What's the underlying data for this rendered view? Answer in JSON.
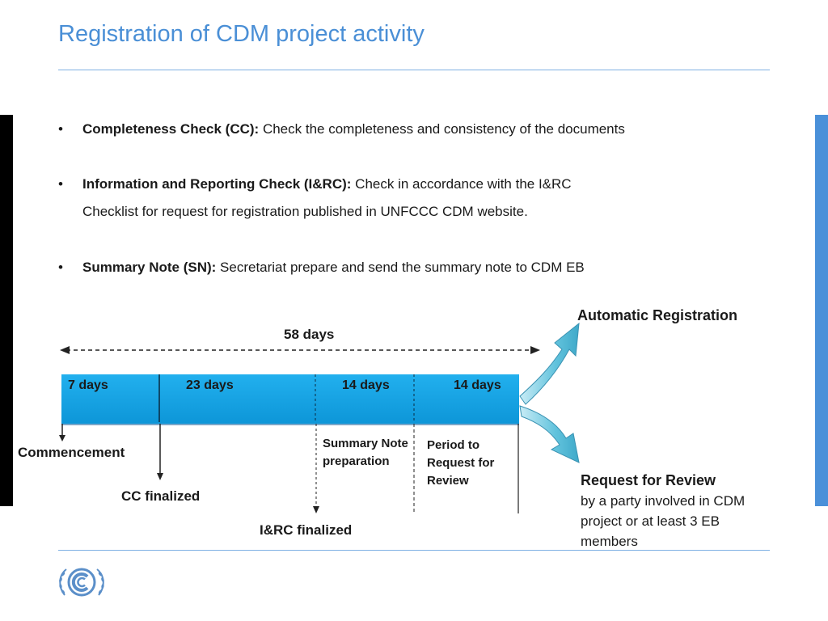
{
  "title": "Registration of CDM project activity",
  "bullets": [
    {
      "term": "Completeness Check (CC):",
      "line1": " Check the completeness and consistency of the documents",
      "line2": ""
    },
    {
      "term": "Information and Reporting Check (I&RC):",
      "line1": " Check in accordance with the I&RC",
      "line2": "Checklist  for request for registration published in UNFCCC CDM website."
    },
    {
      "term": "Summary Note (SN):",
      "line1": " Secretariat prepare and send  the summary note to CDM EB",
      "line2": ""
    }
  ],
  "timeline": {
    "total": "58 days",
    "segments": [
      {
        "label": "7 days",
        "days": 7
      },
      {
        "label": "23 days",
        "days": 23
      },
      {
        "label": "14 days",
        "days": 14
      },
      {
        "label": "14 days",
        "days": 14
      }
    ],
    "milestones": {
      "commencement": "Commencement",
      "cc_finalized": "CC finalized",
      "irc_finalized": "I&RC finalized"
    },
    "phases": {
      "summary_note": "Summary Note preparation",
      "period_review": "Period to Request for Review"
    },
    "outcomes": {
      "automatic": "Automatic Registration",
      "review_title": "Request for Review",
      "review_detail": "by a party involved in CDM project or at least 3 EB members"
    }
  },
  "colors": {
    "title": "#4a8fd6",
    "bar": "#1aa6e8",
    "rule": "#7fb1e3",
    "arrow": "#5fc4dc"
  },
  "logo": "unfccc-logo"
}
